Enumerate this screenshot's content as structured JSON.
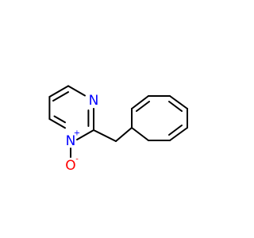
{
  "molecule": {
    "atoms": {
      "n3": {
        "symbol": "N",
        "color": "#0000ff"
      },
      "n1": {
        "symbol": "N",
        "color": "#0000ff",
        "charge": "+"
      },
      "o": {
        "symbol": "O",
        "color": "#ff0000",
        "charge": "-"
      }
    },
    "bond_color": "#000000",
    "background": "#ffffff"
  }
}
